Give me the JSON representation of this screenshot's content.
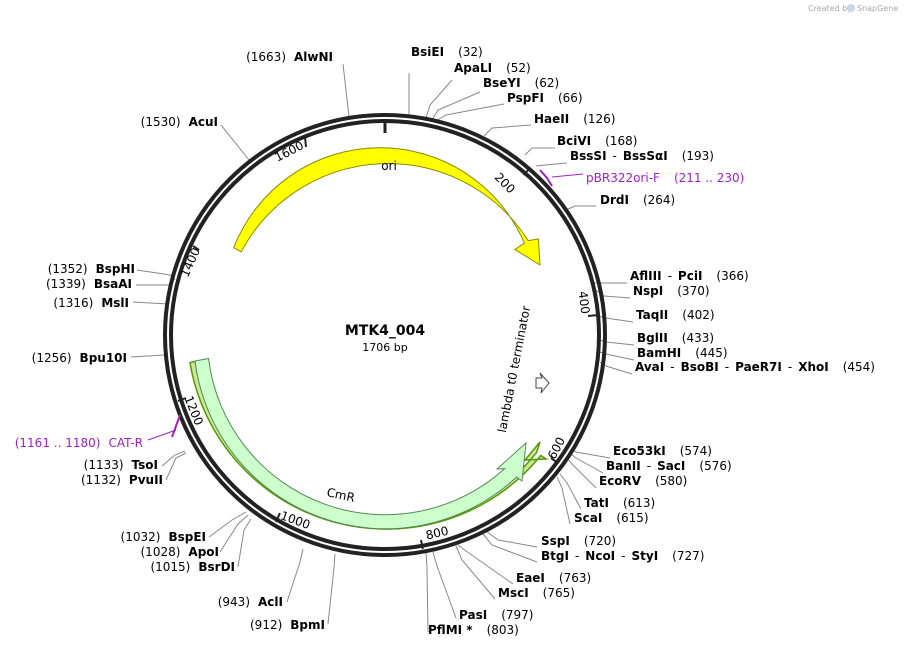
{
  "credit": {
    "text": "Created by",
    "brand": "SnapGene"
  },
  "plasmid": {
    "name": "MTK4_004",
    "size_label": "1706 bp"
  },
  "ticks": [
    "200",
    "400",
    "600",
    "800",
    "1000",
    "1200",
    "1400",
    "1600"
  ],
  "features": {
    "ori": "ori",
    "terminator": "lambda t0 terminator",
    "cmr": "CmR"
  },
  "primers": {
    "pbr": {
      "name": "pBR322ori-F",
      "range": "(211 .. 230)"
    },
    "cat": {
      "name": "CAT-R",
      "range": "(1161 .. 1180)"
    }
  },
  "sites_right": [
    {
      "names": [
        "BsiEI"
      ],
      "pos": "(32)"
    },
    {
      "names": [
        "ApaLI"
      ],
      "pos": "(52)"
    },
    {
      "names": [
        "BseYI"
      ],
      "pos": "(62)"
    },
    {
      "names": [
        "PspFI"
      ],
      "pos": "(66)"
    },
    {
      "names": [
        "HaeII"
      ],
      "pos": "(126)"
    },
    {
      "names": [
        "BciVI"
      ],
      "pos": "(168)"
    },
    {
      "names": [
        "BssSI",
        "BssSαI"
      ],
      "pos": "(193)"
    },
    {
      "names": [
        "DrdI"
      ],
      "pos": "(264)"
    },
    {
      "names": [
        "AflIII",
        "PciI"
      ],
      "pos": "(366)"
    },
    {
      "names": [
        "NspI"
      ],
      "pos": "(370)"
    },
    {
      "names": [
        "TaqII"
      ],
      "pos": "(402)"
    },
    {
      "names": [
        "BglII"
      ],
      "pos": "(433)"
    },
    {
      "names": [
        "BamHI"
      ],
      "pos": "(445)"
    },
    {
      "names": [
        "AvaI",
        "BsoBI",
        "PaeR7I",
        "XhoI"
      ],
      "pos": "(454)"
    },
    {
      "names": [
        "Eco53kI"
      ],
      "pos": "(574)"
    },
    {
      "names": [
        "BanII",
        "SacI"
      ],
      "pos": "(576)"
    },
    {
      "names": [
        "EcoRV"
      ],
      "pos": "(580)"
    },
    {
      "names": [
        "TatI"
      ],
      "pos": "(613)"
    },
    {
      "names": [
        "ScaI"
      ],
      "pos": "(615)"
    },
    {
      "names": [
        "SspI"
      ],
      "pos": "(720)"
    },
    {
      "names": [
        "BtgI",
        "NcoI",
        "StyI"
      ],
      "pos": "(727)"
    },
    {
      "names": [
        "EaeI"
      ],
      "pos": "(763)"
    },
    {
      "names": [
        "MscI"
      ],
      "pos": "(765)"
    },
    {
      "names": [
        "PasI"
      ],
      "pos": "(797)"
    },
    {
      "names": [
        "PflMI *"
      ],
      "pos": "(803)"
    }
  ],
  "sites_left": [
    {
      "names": [
        "AlwNI"
      ],
      "pos": "(1663)"
    },
    {
      "names": [
        "AcuI"
      ],
      "pos": "(1530)"
    },
    {
      "names": [
        "BspHI"
      ],
      "pos": "(1352)"
    },
    {
      "names": [
        "BsaAI"
      ],
      "pos": "(1339)"
    },
    {
      "names": [
        "MslI"
      ],
      "pos": "(1316)"
    },
    {
      "names": [
        "Bpu10I"
      ],
      "pos": "(1256)"
    },
    {
      "names": [
        "TsoI"
      ],
      "pos": "(1133)"
    },
    {
      "names": [
        "PvuII"
      ],
      "pos": "(1132)"
    },
    {
      "names": [
        "BspEI"
      ],
      "pos": "(1032)"
    },
    {
      "names": [
        "ApoI"
      ],
      "pos": "(1028)"
    },
    {
      "names": [
        "BsrDI"
      ],
      "pos": "(1015)"
    },
    {
      "names": [
        "AclI"
      ],
      "pos": "(943)"
    },
    {
      "names": [
        "BpmI"
      ],
      "pos": "(912)"
    }
  ],
  "colors": {
    "backbone": "#222222",
    "ori_fill": "#ffff00",
    "ori_stroke": "#8a8a00",
    "cmr_fill": "#ccffcc",
    "cmr_stroke": "#558855",
    "cds_green": "#559900",
    "cds_glow": "#ddee99",
    "primer": "#a020c8",
    "leader": "#888888"
  }
}
